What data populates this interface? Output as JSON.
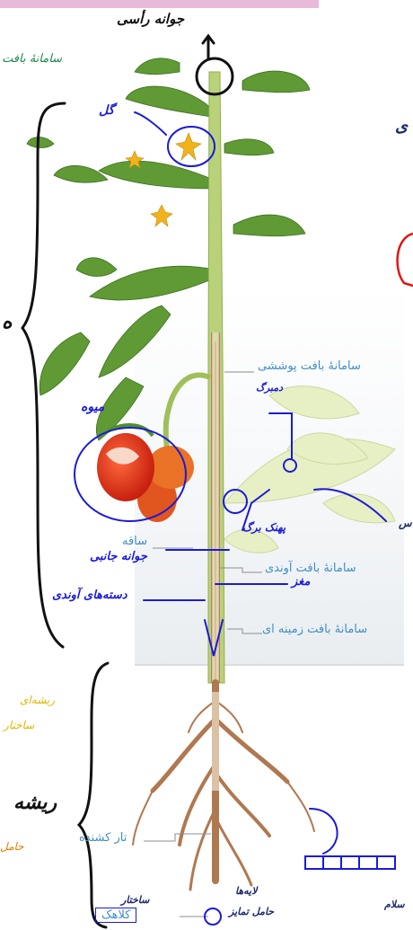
{
  "printed_labels": {
    "epidermis_system": "سامانهٔ بافت پوششی",
    "stem": "ساقه",
    "vascular_system": "سامانهٔ بافت آوندی",
    "ground_system": "سامانهٔ بافت زمینه ای",
    "root_hair": "تار کشنده",
    "root_cap": "کلاهک"
  },
  "handwritten": {
    "apical_meristem": "جوانه رأسی",
    "flower": "گل",
    "fruit": "میوه",
    "axillary_bud": "جوانه جانبی",
    "vascular_bundles": "دسته‌های آوندی",
    "pith": "مغز",
    "petiole": "دمبرگ",
    "leaf_blade": "پهنک برگ",
    "root_system": "ریشه",
    "shoot_system": "ساقه",
    "root_hairs_note": "ریشه‌ای",
    "protection_note": "حامل",
    "gathering_note": "لایه‌ها",
    "cell_tip_note": "ساختار",
    "cap_note": "حامل تمایز",
    "plant_note": "ساختار",
    "plant_left_note": "سامانهٔ بافت",
    "left_shoot_label": "ه",
    "right_edge_note": "ی",
    "right_mid_note": "س",
    "bottom_right_note": "سلام"
  },
  "colors": {
    "ink_blue": "#1b1bd6",
    "printed_blue": "#3f8fc6",
    "stem_green": "#b9d27a",
    "leaf_green": "#5f9a35",
    "leaf_light": "#e7efc4",
    "root_brown": "#b07850",
    "fruit_red": "#d6301c",
    "pink_banner": "#e9b9d9",
    "red_circle": "#e01515"
  }
}
